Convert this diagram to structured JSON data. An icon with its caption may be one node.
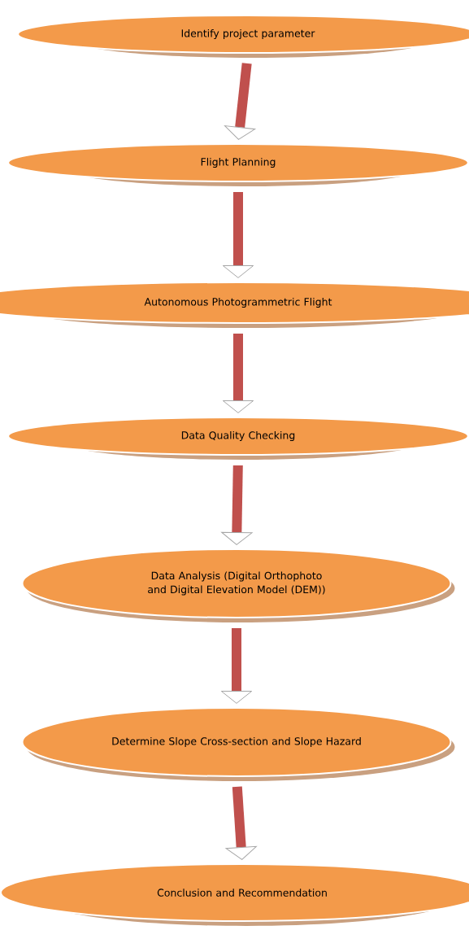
{
  "diagram": {
    "nodes": [
      {
        "text": [
          "Identify project parameter"
        ]
      },
      {
        "text": [
          "Flight Planning"
        ]
      },
      {
        "text": [
          "Autonomous Photogrammetric Flight"
        ]
      },
      {
        "text": [
          "Data Quality Checking"
        ]
      },
      {
        "text": [
          "Data Analysis (Digital Orthophoto and Digital Elevation Model (DEM))"
        ]
      },
      {
        "text": [
          "Determine Slope Cross-section and Slope Hazard"
        ]
      },
      {
        "text": [
          "Conclusion and Recommendation"
        ]
      }
    ],
    "edges": [
      {
        "from": 0,
        "to": 1,
        "arrow": "to"
      },
      {
        "from": 1,
        "to": 2,
        "arrow": "to"
      },
      {
        "from": 2,
        "to": 3,
        "arrow": "to"
      },
      {
        "from": 3,
        "to": 4,
        "arrow": "to"
      },
      {
        "from": 4,
        "to": 5,
        "arrow": "to"
      },
      {
        "from": 5,
        "to": 6,
        "arrow": "to"
      }
    ]
  }
}
